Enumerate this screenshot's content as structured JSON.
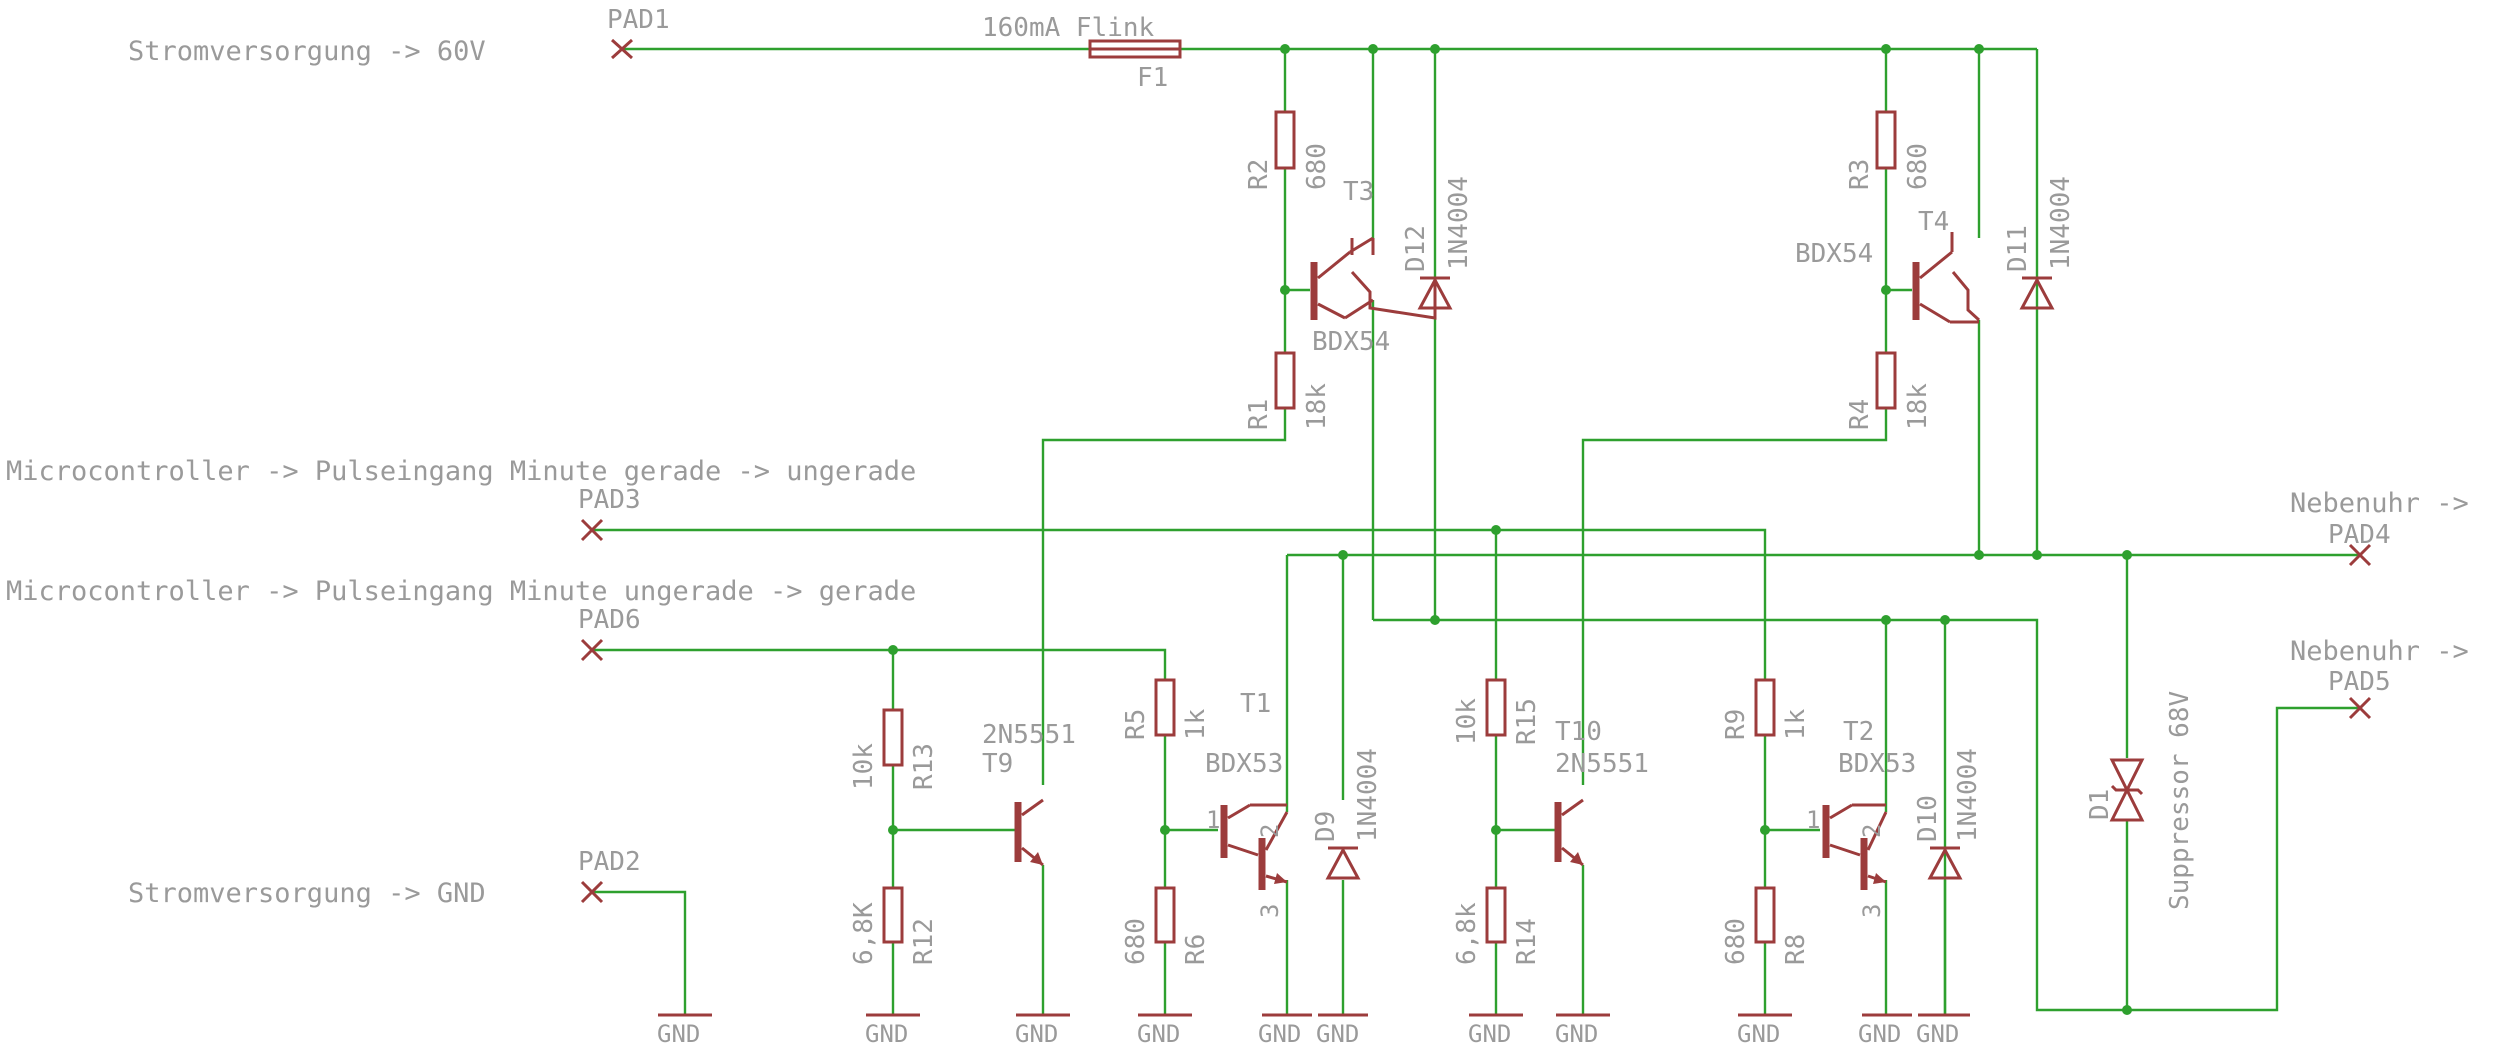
{
  "inputs": {
    "power": "Stromversorgung  -> 60V",
    "gnd": "Stromversorgung -> GND",
    "micro_even": "Microcontroller -> Pulseingang Minute gerade -> ungerade",
    "micro_odd": "Microcontroller -> Pulseingang Minute ungerade -> gerade"
  },
  "outputs": {
    "nebenuhr_a": "Nebenuhr ->",
    "nebenuhr_b": "Nebenuhr ->"
  },
  "pads": {
    "pad1": "PAD1",
    "pad2": "PAD2",
    "pad3": "PAD3",
    "pad4": "PAD4",
    "pad5": "PAD5",
    "pad6": "PAD6"
  },
  "fuse": {
    "value": "160mA Flink",
    "name": "F1"
  },
  "resistors": {
    "r1": {
      "name": "R1",
      "value": "18k"
    },
    "r2": {
      "name": "R2",
      "value": "680"
    },
    "r3": {
      "name": "R3",
      "value": "680"
    },
    "r4": {
      "name": "R4",
      "value": "18k"
    },
    "r5": {
      "name": "R5",
      "value": "1k"
    },
    "r6": {
      "name": "R6",
      "value": "680"
    },
    "r8": {
      "name": "R8",
      "value": "680"
    },
    "r9": {
      "name": "R9",
      "value": "1k"
    },
    "r12": {
      "name": "R12",
      "value": "6,8K"
    },
    "r13": {
      "name": "R13",
      "value": "10k"
    },
    "r14": {
      "name": "R14",
      "value": "6,8k"
    },
    "r15": {
      "name": "R15",
      "value": "10k"
    }
  },
  "transistors": {
    "t1": {
      "name": "T1",
      "value": "BDX53"
    },
    "t2": {
      "name": "T2",
      "value": "BDX53"
    },
    "t3": {
      "name": "T3",
      "value": "BDX54"
    },
    "t4": {
      "name": "T4",
      "value": "BDX54"
    },
    "t9": {
      "name": "T9",
      "value": "2N5551"
    },
    "t10": {
      "name": "T10",
      "value": "2N5551"
    }
  },
  "diodes": {
    "d9": {
      "name": "D9",
      "value": "1N4004"
    },
    "d10": {
      "name": "D10",
      "value": "1N4004"
    },
    "d11": {
      "name": "D11",
      "value": "1N4004"
    },
    "d12": {
      "name": "D12",
      "value": "1N4004"
    },
    "d1": {
      "name": "D1",
      "value": "Suppressor 68V"
    }
  },
  "pins": {
    "base": "1",
    "collector": "2",
    "emitter": "3"
  },
  "ground": "GND",
  "colors": {
    "wire": "#2ea02e",
    "component": "#9c3c3c",
    "text": "#9a9a9a",
    "background": "#ffffff"
  }
}
